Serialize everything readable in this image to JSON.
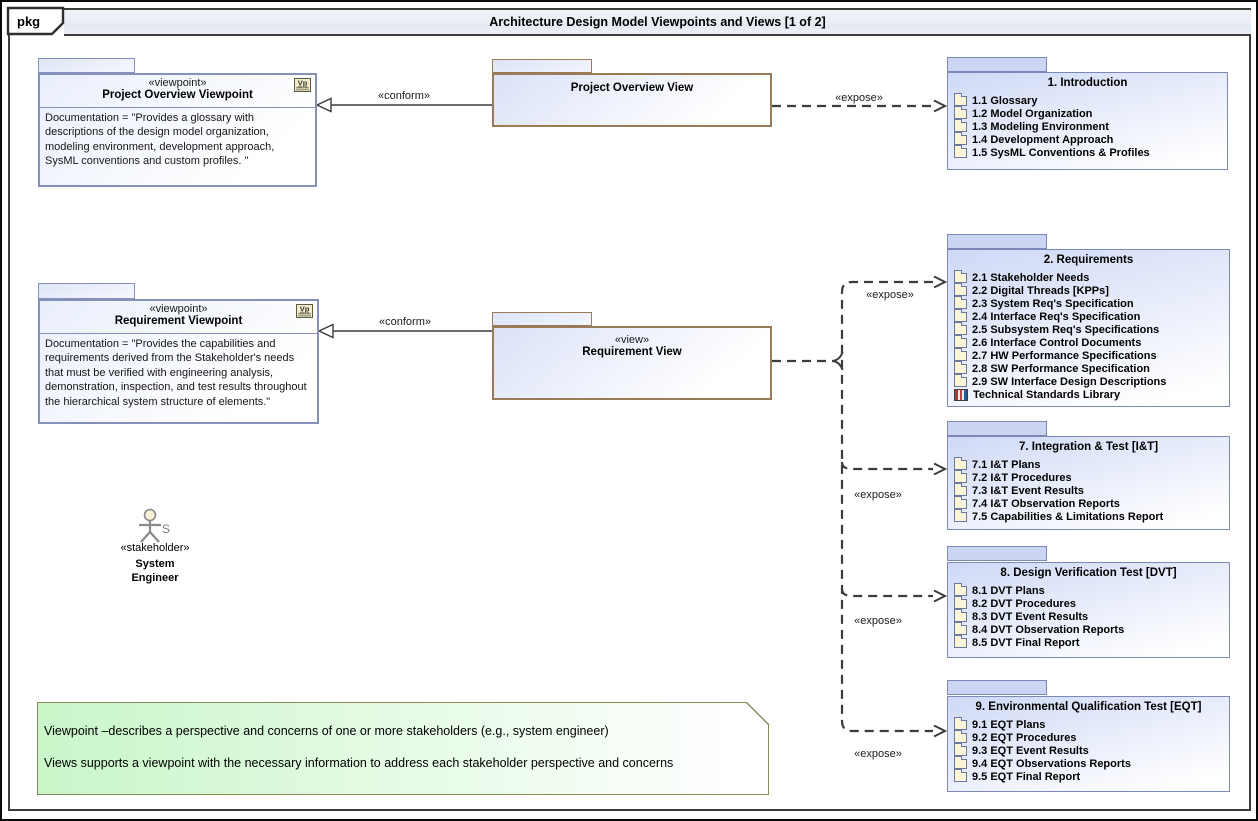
{
  "frame": {
    "tag": "pkg",
    "title": "Architecture Design Model Viewpoints and Views  [1 of 2]"
  },
  "viewpoints": [
    {
      "stereotype": "«viewpoint»",
      "name": "Project Overview Viewpoint",
      "badge": "Vp",
      "documentation": "Documentation = \"Provides a glossary with descriptions of the design model organization, modeling environment, development approach, SysML conventions and custom profiles. \""
    },
    {
      "stereotype": "«viewpoint»",
      "name": "Requirement Viewpoint",
      "badge": "Vp",
      "documentation": "Documentation = \"Provides the capabilities and requirements derived from the Stakeholder's needs that must be verified with engineering analysis, demonstration, inspection, and test results throughout the hierarchical system structure of elements.\""
    }
  ],
  "views": [
    {
      "stereotype": "",
      "name": "Project Overview View"
    },
    {
      "stereotype": "«view»",
      "name": "Requirement View"
    }
  ],
  "packages": [
    {
      "title": "1. Introduction",
      "items": [
        {
          "icon": "package-icon",
          "label": "1.1 Glossary"
        },
        {
          "icon": "package-icon",
          "label": "1.2 Model Organization"
        },
        {
          "icon": "package-icon",
          "label": "1.3 Modeling Environment"
        },
        {
          "icon": "package-icon",
          "label": "1.4 Development Approach"
        },
        {
          "icon": "package-icon",
          "label": "1.5 SysML Conventions & Profiles"
        }
      ]
    },
    {
      "title": "2. Requirements",
      "items": [
        {
          "icon": "package-icon",
          "label": "2.1 Stakeholder Needs"
        },
        {
          "icon": "package-icon",
          "label": "2.2 Digital Threads [KPPs]"
        },
        {
          "icon": "package-icon",
          "label": "2.3 System Req's Specification"
        },
        {
          "icon": "package-icon",
          "label": "2.4 Interface Req's Specification"
        },
        {
          "icon": "package-icon",
          "label": "2.5 Subsystem Req's Specifications"
        },
        {
          "icon": "package-icon",
          "label": "2.6 Interface Control Documents"
        },
        {
          "icon": "package-icon",
          "label": "2.7 HW Performance Specifications"
        },
        {
          "icon": "package-icon",
          "label": "2.8 SW Performance Specification"
        },
        {
          "icon": "package-icon",
          "label": "2.9 SW Interface Design Descriptions"
        },
        {
          "icon": "library-icon",
          "label": "Technical Standards Library"
        }
      ]
    },
    {
      "title": "7. Integration & Test [I&T]",
      "items": [
        {
          "icon": "package-icon",
          "label": "7.1 I&T Plans"
        },
        {
          "icon": "package-icon",
          "label": "7.2 I&T Procedures"
        },
        {
          "icon": "package-icon",
          "label": "7.3 I&T Event Results"
        },
        {
          "icon": "package-icon",
          "label": "7.4 I&T Observation Reports"
        },
        {
          "icon": "package-icon",
          "label": "7.5 Capabilities & Limitations Report"
        }
      ]
    },
    {
      "title": "8. Design Verification Test [DVT]",
      "items": [
        {
          "icon": "package-icon",
          "label": "8.1 DVT Plans"
        },
        {
          "icon": "package-icon",
          "label": "8.2 DVT Procedures"
        },
        {
          "icon": "package-icon",
          "label": "8.3 DVT Event Results"
        },
        {
          "icon": "package-icon",
          "label": "8.4 DVT Observation Reports"
        },
        {
          "icon": "package-icon",
          "label": "8.5 DVT Final Report"
        }
      ]
    },
    {
      "title": "9. Environmental Qualification Test [EQT]",
      "items": [
        {
          "icon": "package-icon",
          "label": "9.1 EQT Plans"
        },
        {
          "icon": "package-icon",
          "label": "9.2 EQT Procedures"
        },
        {
          "icon": "package-icon",
          "label": "9.3 EQT Event Results"
        },
        {
          "icon": "package-icon",
          "label": "9.4 EQT Observations Reports"
        },
        {
          "icon": "package-icon",
          "label": "9.5 EQT Final Report"
        }
      ]
    }
  ],
  "connectors": {
    "conform_label": "«conform»",
    "expose_label": "«expose»"
  },
  "actor": {
    "stereotype": "«stakeholder»",
    "name_line1": "System",
    "name_line2": "Engineer",
    "letter": "S"
  },
  "note": {
    "line1": "Viewpoint –describes a perspective and concerns of one or more stakeholders (e.g., system engineer)",
    "line2": "Views supports a viewpoint with the necessary information to address each stakeholder perspective and concerns"
  },
  "colors": {
    "frame_border": "#3c3c3c",
    "title_bar_bg": "#e8edf4",
    "package_border_blue": "#7b88b8",
    "package_fill_top": "#cfd9f6",
    "view_border_brown": "#9a7b58",
    "viewpoint_border": "#8591bb",
    "note_border": "#8a8a58",
    "note_fill": "#c9f6c9",
    "connector": "#3c3c3c",
    "folder_icon_fill": "#faf5d7"
  }
}
